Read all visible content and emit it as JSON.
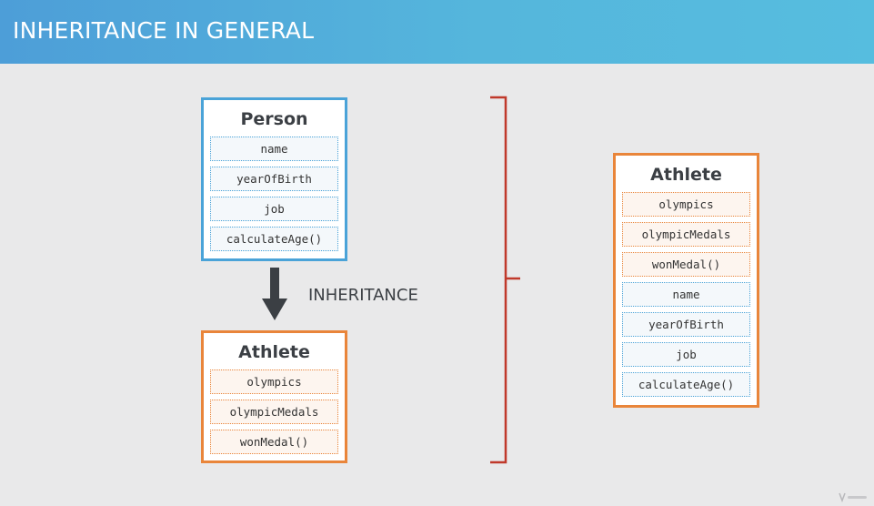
{
  "header": {
    "title": "INHERITANCE IN GENERAL"
  },
  "colors": {
    "blue": "#4aa3d8",
    "orange": "#e9853a",
    "bracket": "#c0392b",
    "arrow": "#3b3f44"
  },
  "person": {
    "title": "Person",
    "props": [
      "name",
      "yearOfBirth",
      "job",
      "calculateAge()"
    ]
  },
  "arrow_label": "INHERITANCE",
  "athlete_small": {
    "title": "Athlete",
    "props": [
      "olympics",
      "olympicMedals",
      "wonMedal()"
    ]
  },
  "athlete_full": {
    "title": "Athlete",
    "own_props": [
      "olympics",
      "olympicMedals",
      "wonMedal()"
    ],
    "inherited_props": [
      "name",
      "yearOfBirth",
      "job",
      "calculateAge()"
    ]
  }
}
